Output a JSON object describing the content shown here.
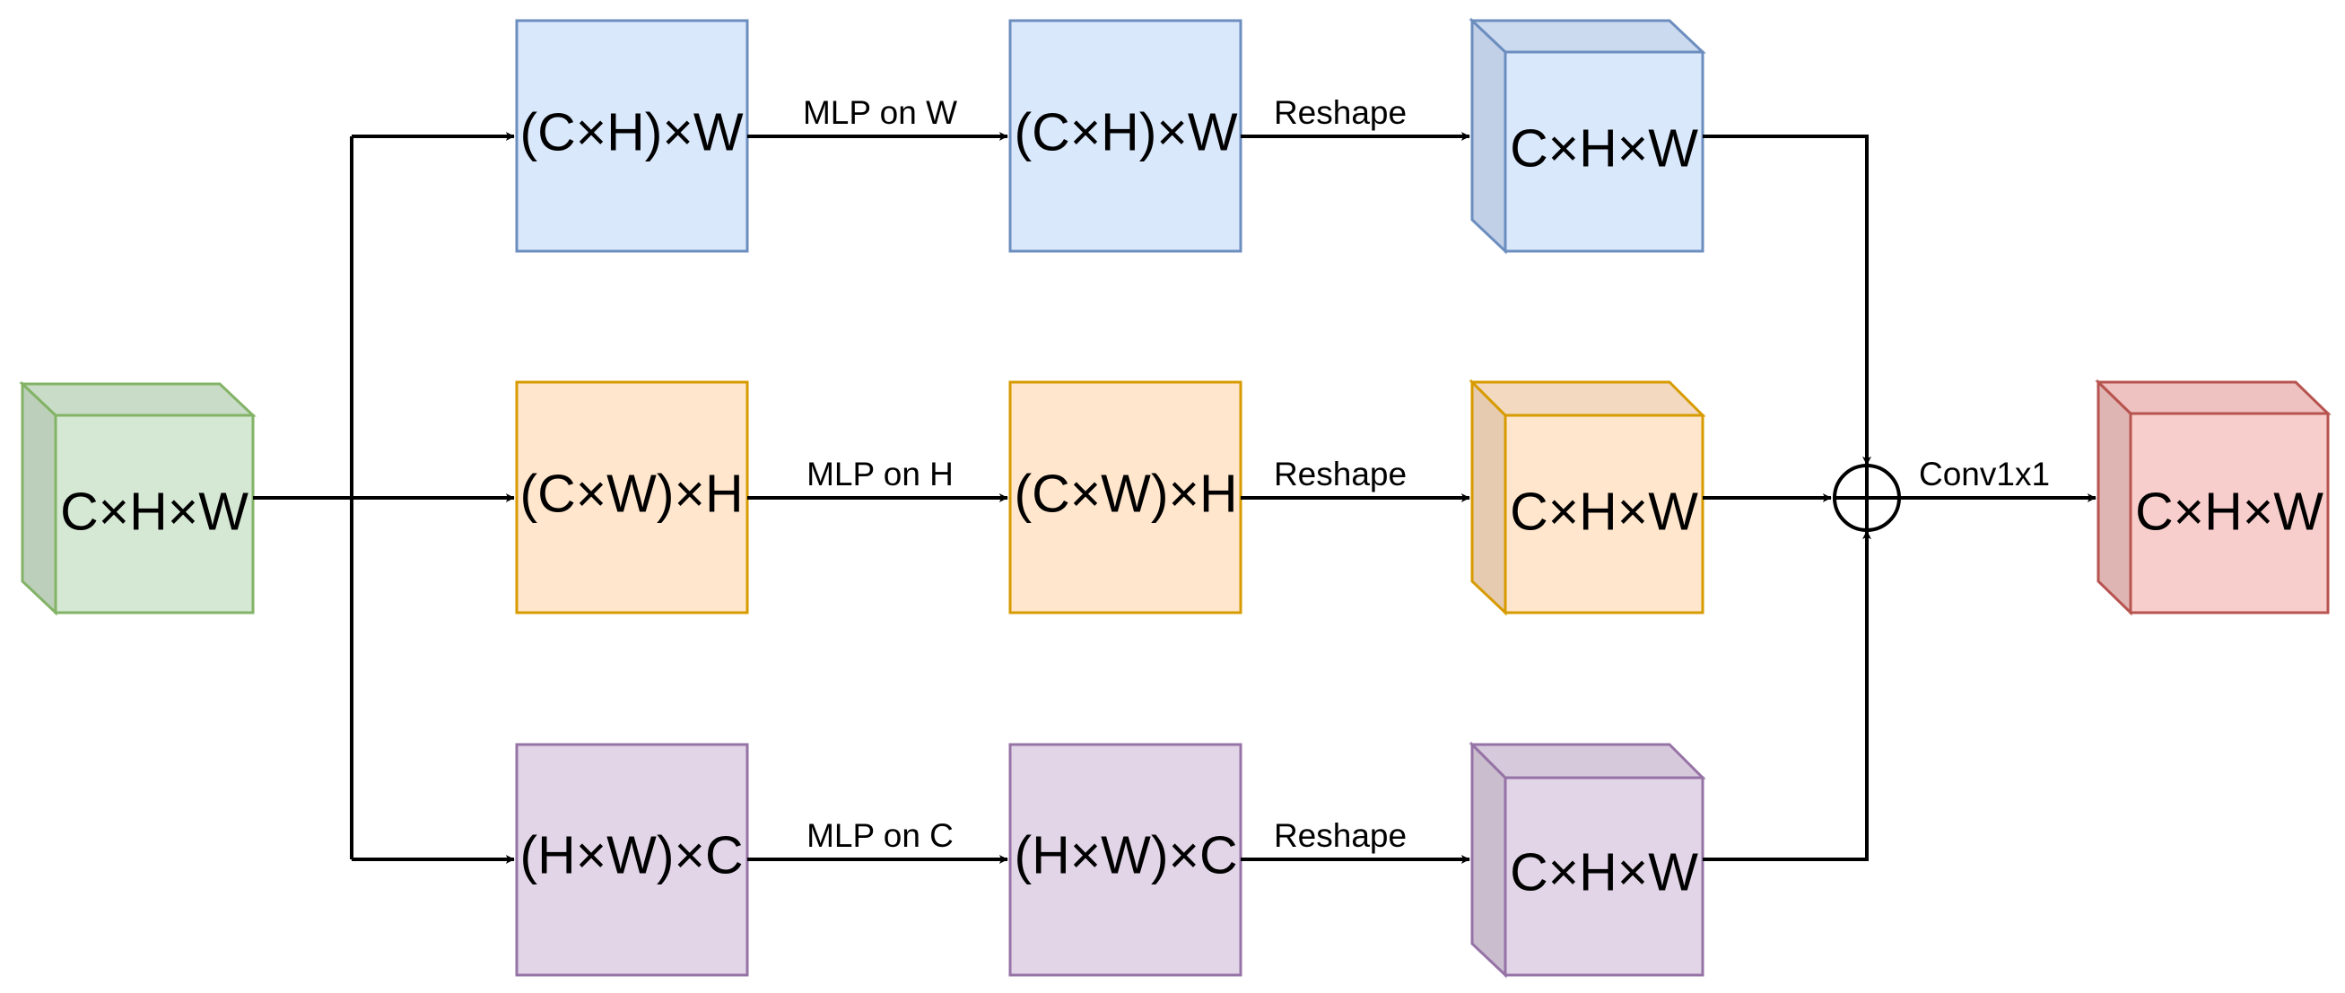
{
  "colors": {
    "green": {
      "fill": "#d5e8d4",
      "stroke": "#82b366",
      "shade": "#bccfba",
      "top": "#c9dcc7"
    },
    "blue": {
      "fill": "#dae8fc",
      "stroke": "#6c8ebf",
      "shade": "#c1d0e6",
      "top": "#ccdaf0"
    },
    "orange": {
      "fill": "#ffe6cc",
      "stroke": "#d79b00",
      "shade": "#e6cbb1",
      "top": "#f2d9bf"
    },
    "purple": {
      "fill": "#e1d5e7",
      "stroke": "#9673a6",
      "shade": "#c9bdce",
      "top": "#d6c9dc"
    },
    "red": {
      "fill": "#f8cecc",
      "stroke": "#b85450",
      "shade": "#dfb5b3",
      "top": "#eec2c0"
    }
  },
  "input_cube": {
    "label": "C×H×W"
  },
  "rows": [
    {
      "id": "w",
      "box1": "(C×H)×W",
      "mlp_label": "MLP on W",
      "box2": "(C×H)×W",
      "reshape_label": "Reshape",
      "cube": "C×H×W"
    },
    {
      "id": "h",
      "box1": "(C×W)×H",
      "mlp_label": "MLP on H",
      "box2": "(C×W)×H",
      "reshape_label": "Reshape",
      "cube": "C×H×W"
    },
    {
      "id": "c",
      "box1": "(H×W)×C",
      "mlp_label": "MLP on C",
      "box2": "(H×W)×C",
      "reshape_label": "Reshape",
      "cube": "C×H×W"
    }
  ],
  "conv_label": "Conv1x1",
  "output_cube": {
    "label": "C×H×W"
  }
}
